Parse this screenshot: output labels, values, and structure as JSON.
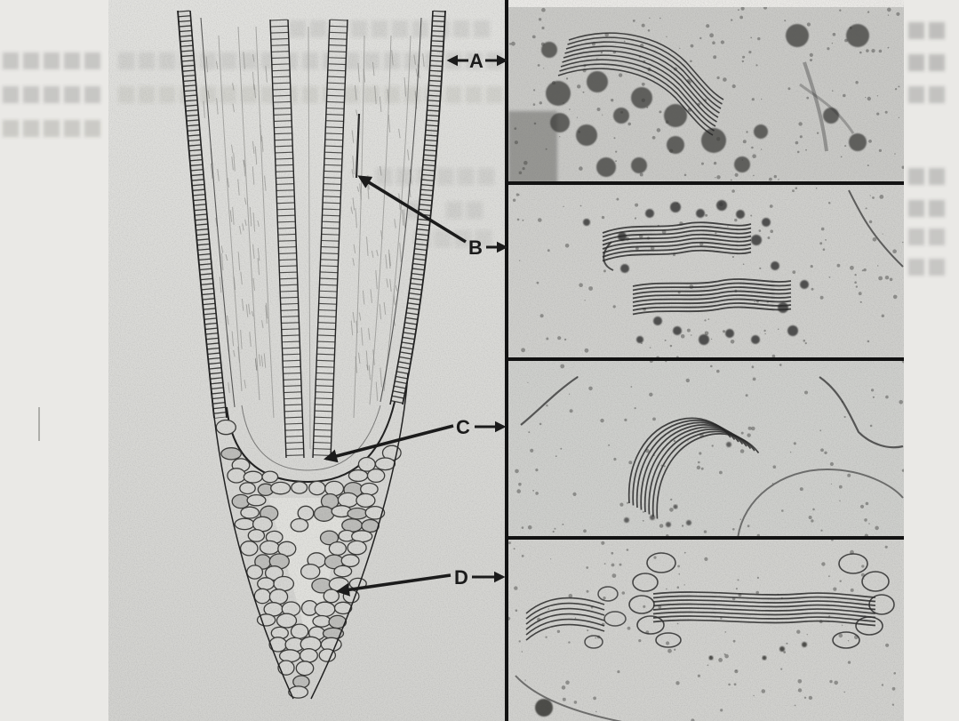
{
  "figure": {
    "labels": {
      "a": "A",
      "b": "B",
      "c": "C",
      "d": "D"
    }
  },
  "colors": {
    "ink": "#1b1b1b",
    "paper": "#eae9e6",
    "plate": "#d6d6d3",
    "micrograph": "#cbcbc8"
  }
}
